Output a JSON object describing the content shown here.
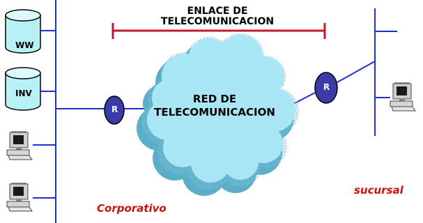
{
  "link_title": {
    "line1": "ENLACE DE",
    "line2": "TELECOMUNICACION"
  },
  "cloud": {
    "line1": "RED DE",
    "line2": "TELECOMUNICACION"
  },
  "databases": [
    {
      "label": "WW"
    },
    {
      "label": "INV"
    }
  ],
  "routers": [
    {
      "label": "R"
    },
    {
      "label": "R"
    }
  ],
  "sites": {
    "corporate": "Corporativo",
    "branch": "sucursal"
  },
  "colors": {
    "network_line": "#1b2fd6",
    "link_bar": "#c4182e",
    "router_fill": "#3a3aa8",
    "cloud_fill": "#a9e6f6",
    "cloud_shadow": "#5aaec8",
    "database_fill": "#b9f2f6",
    "site_label": "#cc1111"
  },
  "icons": [
    "database-icon",
    "router-icon",
    "computer-icon",
    "cloud-icon"
  ]
}
